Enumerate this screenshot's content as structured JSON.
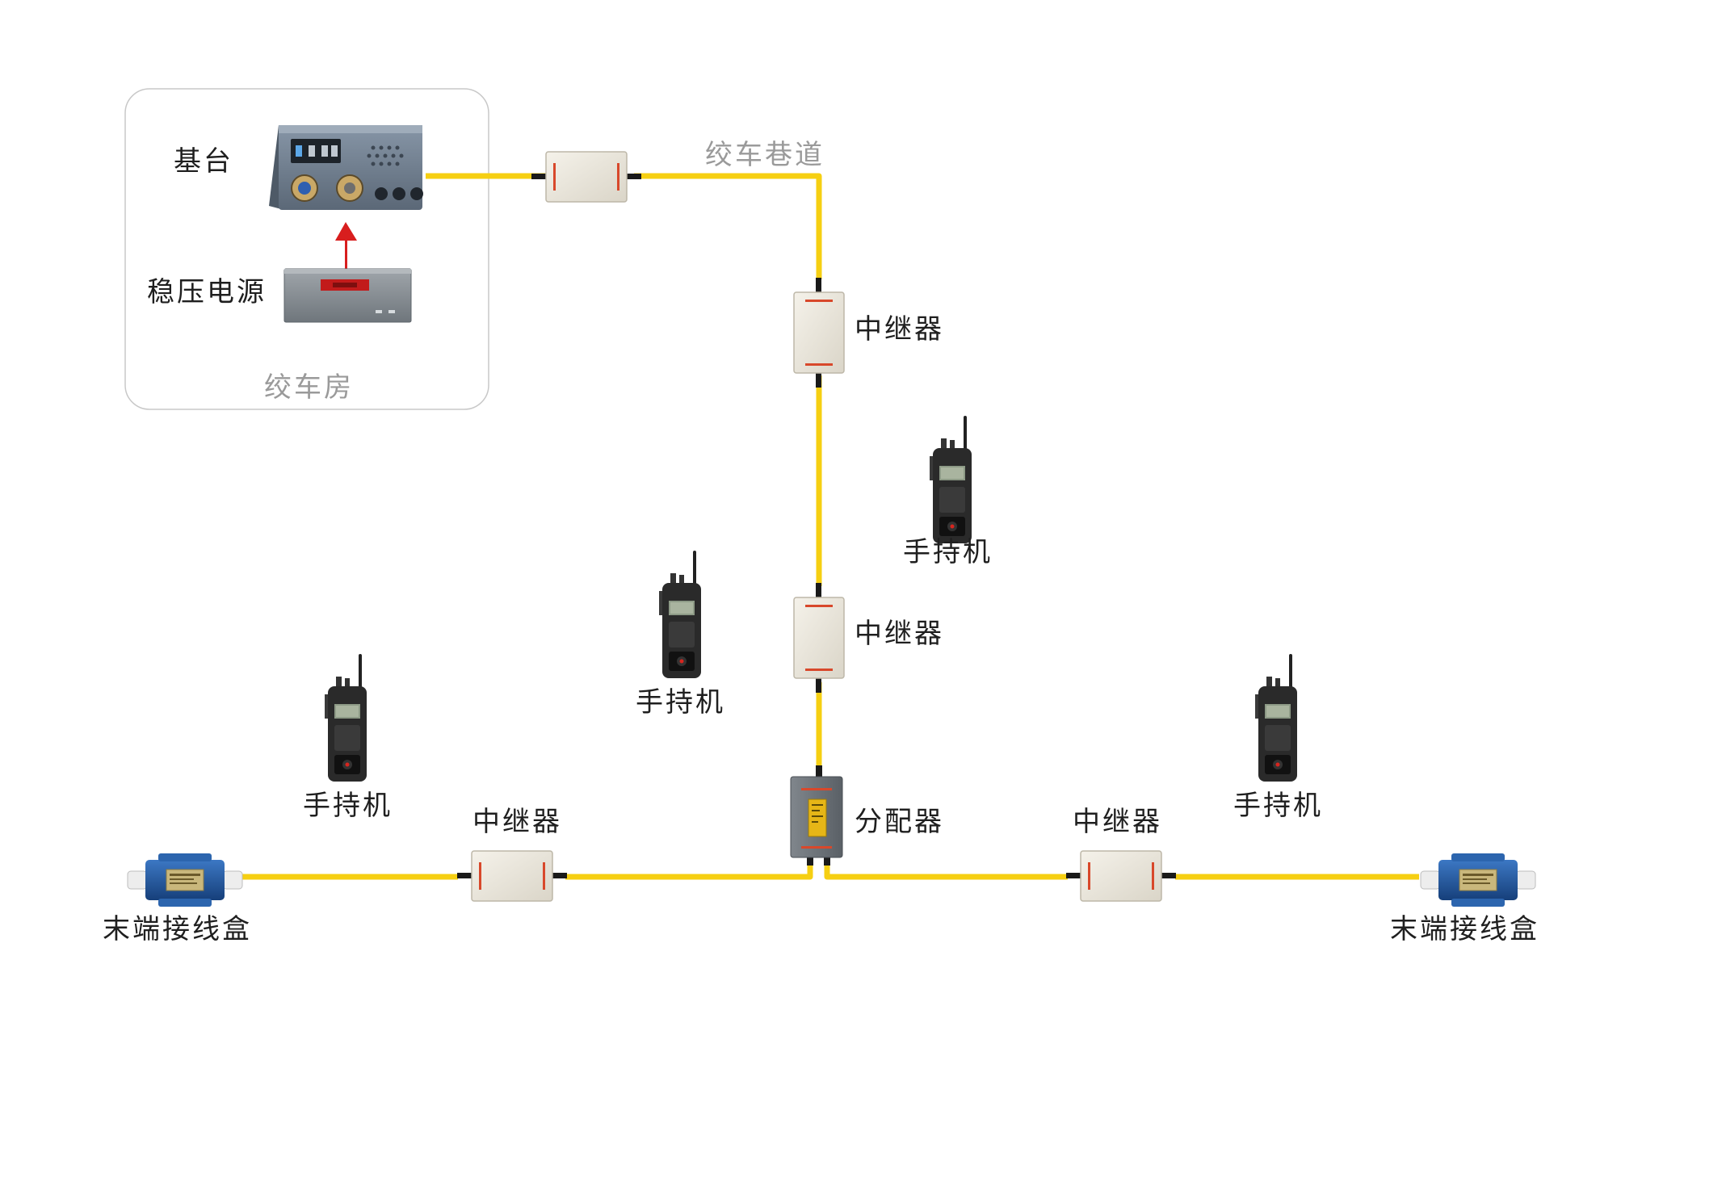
{
  "colors": {
    "cable": "#F6CF12",
    "repeater_body": "#ECE8DE",
    "repeater_mark": "#D8482B",
    "splitter_body": "#6D7278",
    "junction_body": "#1E57A3",
    "base_body": "#6E7D8E",
    "psu_body": "#858C92",
    "psu_display": "#C21B1B",
    "arrow": "#D81E1E",
    "radio_body": "#2A2A2A",
    "room_border": "#C8C8C8"
  },
  "labels": {
    "base_station": "基台",
    "power_supply": "稳压电源",
    "winch_room": "绞车房",
    "winch_tunnel": "绞车巷道",
    "repeater_1": "中继器",
    "repeater_2": "中继器",
    "repeater_left": "中继器",
    "repeater_right": "中继器",
    "splitter": "分配器",
    "handheld_1": "手持机",
    "handheld_2": "手持机",
    "handheld_3": "手持机",
    "handheld_4": "手持机",
    "terminal_left": "末端接线盒",
    "terminal_right": "末端接线盒"
  }
}
